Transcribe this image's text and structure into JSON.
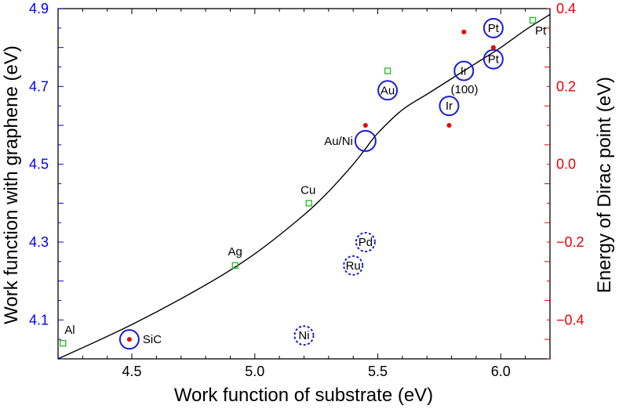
{
  "chart_data": {
    "type": "scatter",
    "title": "",
    "xlabel": "Work function of substrate (eV)",
    "ylabel_left": "Work function with graphene (eV)",
    "ylabel_right": "Energy of Dirac point (eV)",
    "xlim": [
      4.2,
      6.2
    ],
    "ylim_left": [
      4.0,
      4.9
    ],
    "ylim_right": [
      -0.5,
      0.4
    ],
    "x_ticks": [
      "4.5",
      "5.0",
      "5.5",
      "6.0"
    ],
    "y_left_ticks": [
      "4.1",
      "4.3",
      "4.5",
      "4.7",
      "4.9"
    ],
    "y_right_ticks": [
      "−0.4",
      "−0.2",
      "0.0",
      "0.2",
      "0.4"
    ],
    "grid": false,
    "colors": {
      "left_axis": "#0000ee",
      "right_axis": "#ee0000",
      "squares": "#22bb22",
      "circles": "#1a1adb",
      "dots": "#ee0000",
      "curve": "#000000"
    },
    "series": [
      {
        "marker": "open-square",
        "points": [
          {
            "x": 4.22,
            "y": 4.04,
            "label": "Al"
          },
          {
            "x": 4.92,
            "y": 4.24,
            "label": "Ag"
          },
          {
            "x": 5.22,
            "y": 4.4,
            "label": "Cu"
          },
          {
            "x": 5.54,
            "y": 4.74,
            "label": ""
          },
          {
            "x": 6.13,
            "y": 4.87,
            "label": "Pt"
          }
        ]
      },
      {
        "marker": "open-circle",
        "points": [
          {
            "x": 4.49,
            "y": 4.05,
            "label": "SiC"
          },
          {
            "x": 5.45,
            "y": 4.56,
            "label": "Au/Ni"
          },
          {
            "x": 5.54,
            "y": 4.69,
            "label": "Au"
          },
          {
            "x": 5.79,
            "y": 4.65,
            "label": "Ir"
          },
          {
            "x": 5.85,
            "y": 4.74,
            "label": "Ir"
          },
          {
            "x": 5.97,
            "y": 4.85,
            "label": "Pt"
          },
          {
            "x": 5.97,
            "y": 4.77,
            "label": "Pt"
          }
        ]
      },
      {
        "marker": "dashed-circle",
        "points": [
          {
            "x": 5.45,
            "y": 4.3,
            "label": "Pd"
          },
          {
            "x": 5.4,
            "y": 4.24,
            "label": "Ru"
          },
          {
            "x": 5.2,
            "y": 4.06,
            "label": "Ni"
          }
        ]
      },
      {
        "marker": "dot",
        "axis": "right",
        "points": [
          {
            "x": 4.49,
            "y": -0.45
          },
          {
            "x": 5.45,
            "y": 0.1
          },
          {
            "x": 5.79,
            "y": 0.1
          },
          {
            "x": 5.85,
            "y": 0.34
          },
          {
            "x": 5.97,
            "y": 0.3
          }
        ]
      }
    ],
    "curve": {
      "x": [
        4.2,
        4.5,
        4.8,
        5.0,
        5.2,
        5.3,
        5.4,
        5.45,
        5.5,
        5.6,
        5.7,
        5.8,
        5.9,
        6.0,
        6.1,
        6.2
      ],
      "y": [
        4.0,
        4.088,
        4.19,
        4.27,
        4.37,
        4.43,
        4.5,
        4.54,
        4.58,
        4.64,
        4.68,
        4.72,
        4.76,
        4.8,
        4.845,
        4.885
      ]
    },
    "annotations": [
      "(100)"
    ]
  }
}
